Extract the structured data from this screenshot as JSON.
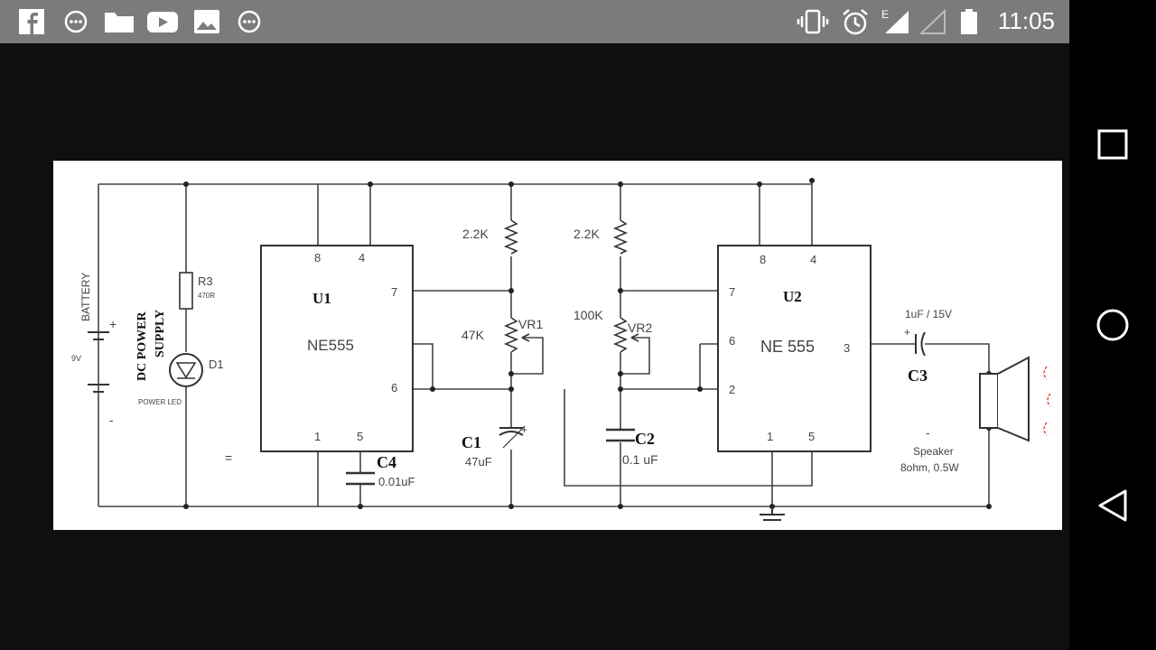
{
  "status_bar": {
    "time": "11:05",
    "network_type": "E",
    "left_icons": [
      "facebook-icon",
      "chat-bubble-icon",
      "folder-icon",
      "youtube-icon",
      "gallery-icon",
      "chat-bubble-icon"
    ],
    "right_icons": [
      "vibrate-icon",
      "alarm-icon",
      "signal-icon",
      "signal-empty-icon",
      "battery-icon"
    ]
  },
  "navigation_bar": {
    "buttons": [
      "recents-button",
      "home-button",
      "back-button"
    ]
  },
  "schematic": {
    "u1": {
      "ref": "U1",
      "part": "NE555",
      "pins": {
        "p8": "8",
        "p4": "4",
        "p7": "7",
        "p6": "6",
        "p1": "1",
        "p5": "5"
      }
    },
    "u2": {
      "ref": "U2",
      "part": "NE 555",
      "pins": {
        "p8": "8",
        "p4": "4",
        "p7": "7",
        "p6": "6",
        "p2": "2",
        "p3": "3",
        "p1": "1",
        "p5": "5"
      }
    },
    "battery": {
      "label": "BATTERY",
      "voltage": "9V",
      "plus": "+",
      "minus": "-"
    },
    "dc_supply": {
      "line1": "DC POWER",
      "line2": "SUPPLY"
    },
    "r3": {
      "ref": "R3",
      "value": "470R"
    },
    "d1": {
      "ref": "D1",
      "desc": "POWER LED"
    },
    "r_top1": {
      "value": "2.2K"
    },
    "r_top2": {
      "value": "2.2K"
    },
    "vr1": {
      "ref": "VR1",
      "value": "47K"
    },
    "vr2": {
      "ref": "VR2",
      "value": "100K"
    },
    "c1": {
      "ref": "C1",
      "value": "47uF",
      "plus": "+"
    },
    "c2": {
      "ref": "C2",
      "value": "0.1 uF"
    },
    "c3": {
      "ref": "C3",
      "value": "1uF / 15V",
      "plus": "+"
    },
    "c4": {
      "ref": "C4",
      "value": "0.01uF"
    },
    "speaker": {
      "line1": "Speaker",
      "line2": "8ohm, 0.5W",
      "minus": "-"
    },
    "ground_mark": "="
  }
}
